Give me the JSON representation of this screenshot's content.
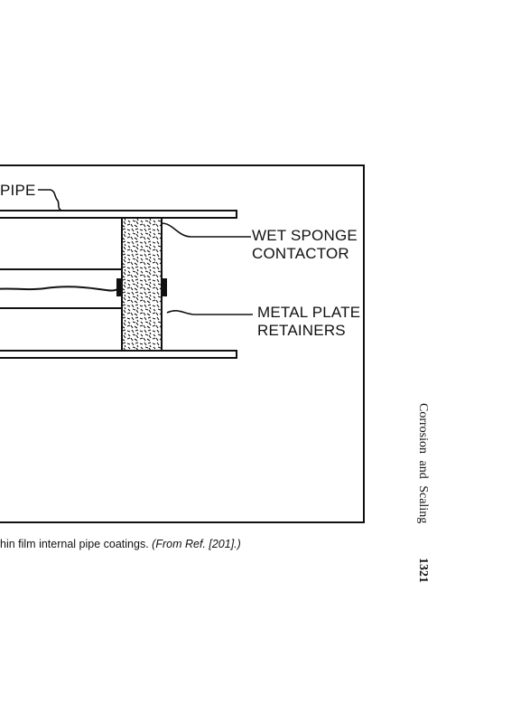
{
  "figure": {
    "labels": {
      "pipe": "PIPE",
      "sponge_line1": "WET SPONGE",
      "sponge_line2": "CONTACTOR",
      "retainer_line1": "METAL PLATE",
      "retainer_line2": "RETAINERS"
    }
  },
  "caption": {
    "text": "hin film internal pipe coatings.",
    "source": "(From Ref. [201].)"
  },
  "running_head": "Corrosion and Scaling",
  "page_number": "1321"
}
